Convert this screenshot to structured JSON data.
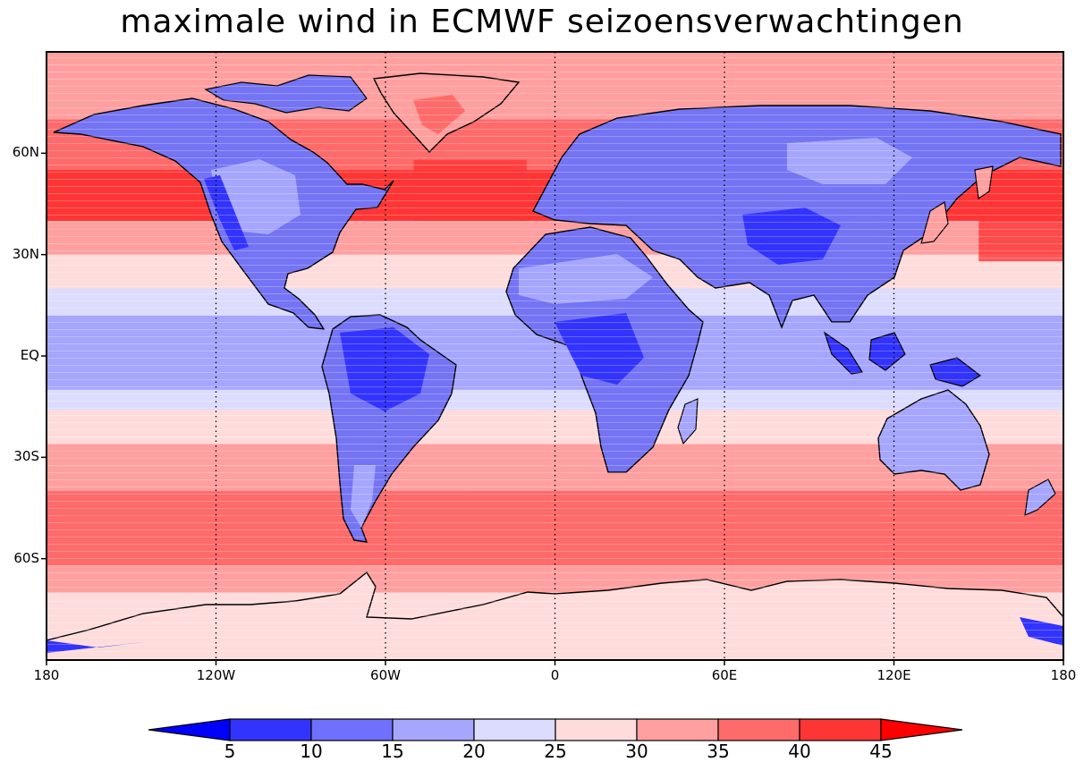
{
  "title": "maximale wind in ECMWF seizoensverwachtingen",
  "lat_ticks": [
    {
      "label": "60N",
      "lat": 60
    },
    {
      "label": "30N",
      "lat": 30
    },
    {
      "label": "EQ",
      "lat": 0
    },
    {
      "label": "30S",
      "lat": -30
    },
    {
      "label": "60S",
      "lat": -60
    }
  ],
  "lon_ticks": [
    {
      "label": "180",
      "lon": -180
    },
    {
      "label": "120W",
      "lon": -120
    },
    {
      "label": "60W",
      "lon": -60
    },
    {
      "label": "0",
      "lon": 0
    },
    {
      "label": "60E",
      "lon": 60
    },
    {
      "label": "120E",
      "lon": 120
    },
    {
      "label": "180",
      "lon": 180
    }
  ],
  "lat_range": [
    -90,
    90
  ],
  "lon_range": [
    -180,
    180
  ],
  "colorbar": {
    "levels": [
      "5",
      "10",
      "15",
      "20",
      "25",
      "30",
      "35",
      "40",
      "45"
    ],
    "colors": [
      "#0000ff",
      "#3333ff",
      "#7070ff",
      "#a6a6ff",
      "#dcdcff",
      "#ffdcdc",
      "#ff9f9f",
      "#ff6a6a",
      "#ff3535",
      "#ff0000"
    ]
  }
}
